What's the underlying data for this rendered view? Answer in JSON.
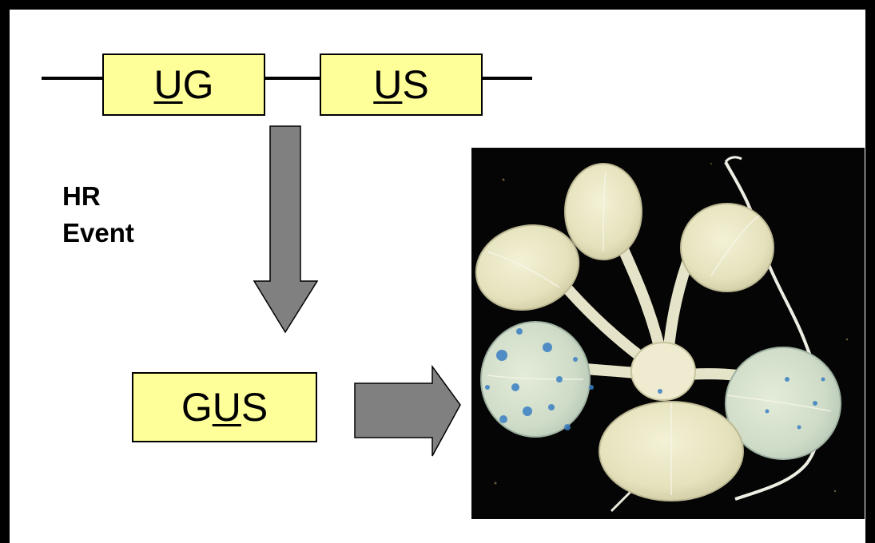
{
  "diagram": {
    "boxes": {
      "ug": {
        "underlined": "U",
        "rest": "G"
      },
      "us": {
        "underlined": "U",
        "rest": "S"
      },
      "gus": {
        "prefix": "G",
        "underlined": "U",
        "suffix": "S"
      }
    },
    "hr_label": {
      "line1": "HR",
      "line2": "Event"
    },
    "colors": {
      "box_fill": "#ffff99",
      "arrow_fill": "#808080",
      "stain": "#3a7fc4",
      "background": "#ffffff"
    }
  }
}
